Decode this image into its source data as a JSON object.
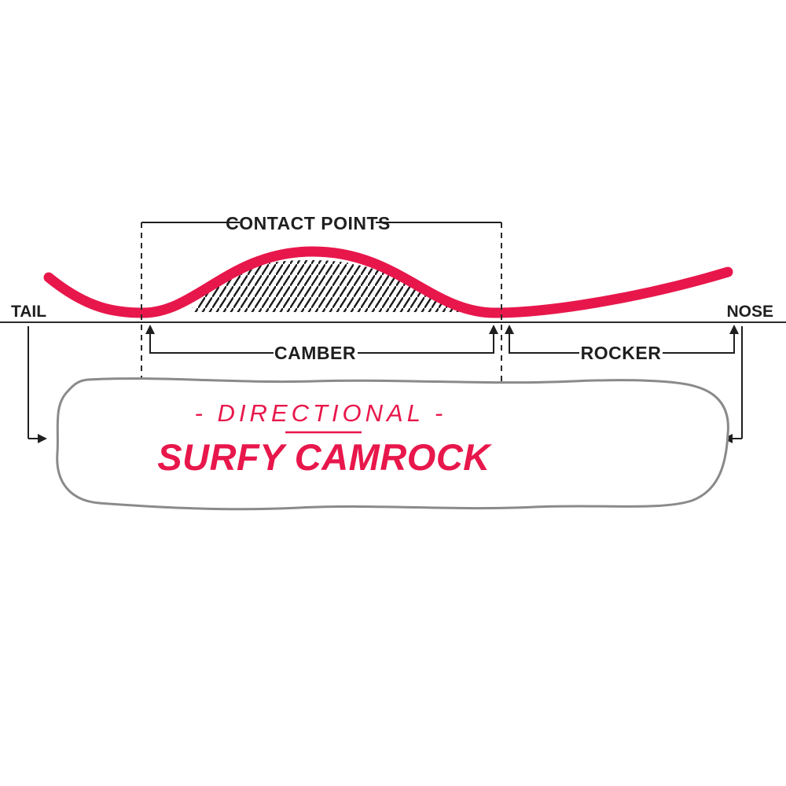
{
  "diagram": {
    "contact_points_label": "CONTACT POINTS",
    "tail_label": "TAIL",
    "nose_label": "NOSE",
    "camber_label": "CAMBER",
    "rocker_label": "ROCKER",
    "board_subtitle": "-  DIRECTIONAL  -",
    "board_title": "SURFY CAMROCK",
    "colors": {
      "accent": "#E8174B",
      "board_outline": "#8A8A8A",
      "ink": "#1F1F1F"
    }
  }
}
